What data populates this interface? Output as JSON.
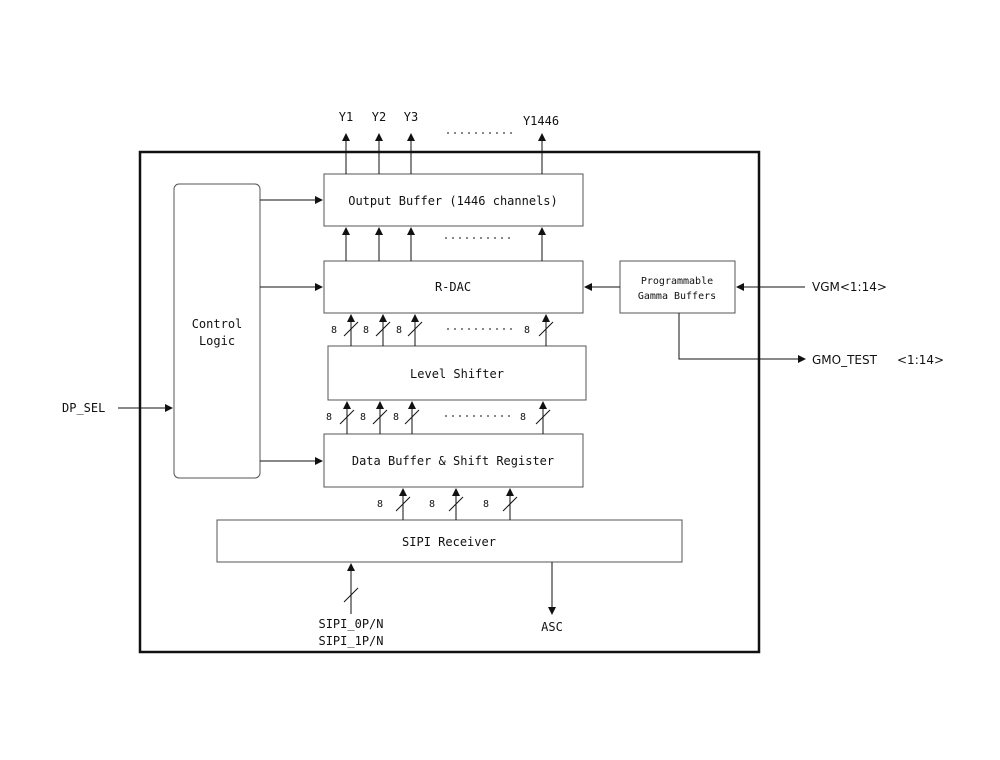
{
  "blocks": {
    "output_buffer": "Output Buffer (1446 channels)",
    "rdac": "R-DAC",
    "level_shifter": "Level Shifter",
    "data_buffer": "Data Buffer & Shift Register",
    "sipi_receiver": "SIPI Receiver",
    "control_logic": [
      "Control",
      "Logic"
    ],
    "gamma_buffers": [
      "Programmable",
      "Gamma Buffers"
    ]
  },
  "signals": {
    "outputs": [
      "Y1",
      "Y2",
      "Y3"
    ],
    "output_last": "Y1446",
    "dp_sel": "DP_SEL",
    "vgm": "VGM<1:14>",
    "gmo_test": "GMO_TEST",
    "gmo_test_range": "<1:14>",
    "sipi": [
      "SIPI_0P/N",
      "SIPI_1P/N"
    ],
    "asc": "ASC"
  },
  "bus_width": "8"
}
